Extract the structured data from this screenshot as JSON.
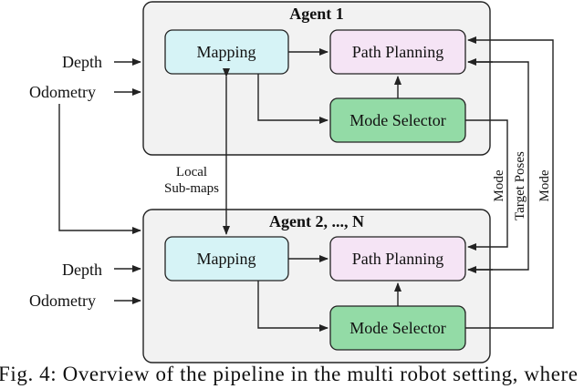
{
  "agent1": {
    "title": "Agent 1",
    "mapping": "Mapping",
    "path_planning": "Path Planning",
    "mode_selector": "Mode Selector",
    "depth": "Depth",
    "odometry": "Odometry"
  },
  "agent2": {
    "title": "Agent 2, ..., N",
    "mapping": "Mapping",
    "path_planning": "Path Planning",
    "mode_selector": "Mode Selector",
    "depth": "Depth",
    "odometry": "Odometry"
  },
  "link": {
    "line1": "Local",
    "line2": "Sub-maps"
  },
  "vertical_labels": {
    "mode_left": "Mode",
    "target_poses": "Target Poses",
    "mode_right": "Mode"
  },
  "caption": "Fig. 4: Overview of the pipeline in the multi robot setting, where",
  "colors": {
    "mapping": "#d6f3f6",
    "path_planning": "#f5e4f5",
    "mode_selector": "#93dba6",
    "agent_background": "#f2f2f2"
  }
}
